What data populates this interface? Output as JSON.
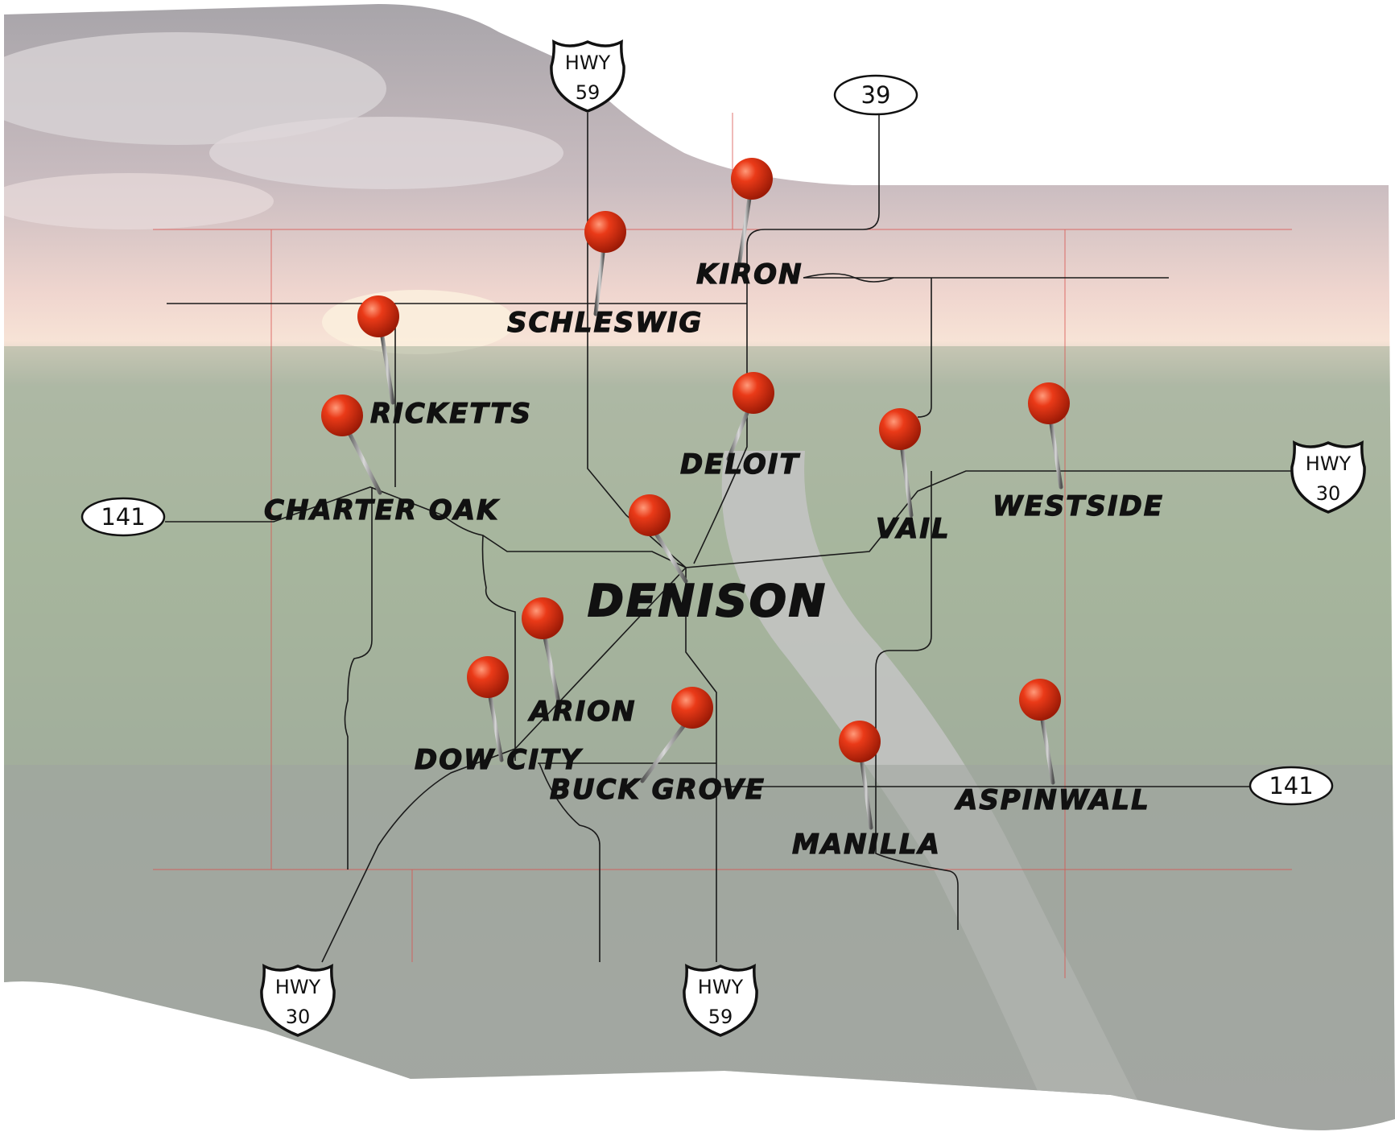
{
  "map": {
    "colors": {
      "pin": "#e22b12",
      "road": "#1a1a1a",
      "county_line": "#d9534f"
    },
    "towns": [
      {
        "id": "kiron",
        "name": "KIRON"
      },
      {
        "id": "schleswig",
        "name": "SCHLESWIG"
      },
      {
        "id": "ricketts",
        "name": "RICKETTS"
      },
      {
        "id": "charter-oak",
        "name": "CHARTER OAK"
      },
      {
        "id": "deloit",
        "name": "DELOIT"
      },
      {
        "id": "vail",
        "name": "VAIL"
      },
      {
        "id": "westside",
        "name": "WESTSIDE"
      },
      {
        "id": "denison",
        "name": "DENISON"
      },
      {
        "id": "arion",
        "name": "ARION"
      },
      {
        "id": "dow-city",
        "name": "DOW CITY"
      },
      {
        "id": "buck-grove",
        "name": "BUCK GROVE"
      },
      {
        "id": "manilla",
        "name": "MANILLA"
      },
      {
        "id": "aspinwall",
        "name": "ASPINWALL"
      }
    ],
    "route_markers": [
      {
        "id": "hwy59-north",
        "type": "shield",
        "line1": "HWY",
        "line2": "59"
      },
      {
        "id": "hwy30-east",
        "type": "shield",
        "line1": "HWY",
        "line2": "30"
      },
      {
        "id": "hwy30-south",
        "type": "shield",
        "line1": "HWY",
        "line2": "30"
      },
      {
        "id": "hwy59-south",
        "type": "shield",
        "line1": "HWY",
        "line2": "59"
      },
      {
        "id": "route39",
        "type": "oval",
        "label": "39"
      },
      {
        "id": "route141-west",
        "type": "oval",
        "label": "141"
      },
      {
        "id": "route141-east",
        "type": "oval",
        "label": "141"
      }
    ]
  }
}
